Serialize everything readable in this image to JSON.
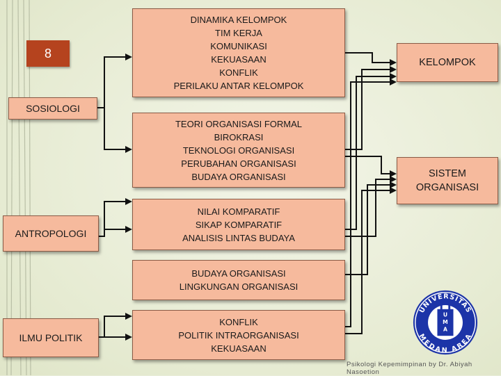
{
  "slide": {
    "page_number": "8",
    "footer": "Psikologi Kepemimpinan by Dr. Abiyah  Nasoetion"
  },
  "sources": {
    "sosiologi": "SOSIOLOGI",
    "antropologi": "ANTROPOLOGI",
    "ilmu_politik": "ILMU POLITIK"
  },
  "topics": [
    [
      "DINAMIKA KELOMPOK",
      "TIM KERJA",
      "KOMUNIKASI",
      "KEKUASAAN",
      "KONFLIK",
      "PERILAKU ANTAR KELOMPOK"
    ],
    [
      "TEORI ORGANISASI FORMAL",
      "BIROKRASI",
      "TEKNOLOGI ORGANISASI",
      "PERUBAHAN ORGANISASI",
      "BUDAYA ORGANISASI"
    ],
    [
      "NILAI KOMPARATIF",
      "SIKAP KOMPARATIF",
      "ANALISIS LINTAS BUDAYA"
    ],
    [
      "BUDAYA ORGANISASI",
      "LINGKUNGAN ORGANISASI"
    ],
    [
      "KONFLIK",
      "POLITIK INTRAORGANISASI",
      "KEKUASAAN"
    ]
  ],
  "targets": {
    "kelompok": "KELOMPOK",
    "sistem_organisasi": [
      "SISTEM",
      "ORGANISASI"
    ]
  },
  "logo": {
    "top_text": "UNIVERSITAS",
    "bottom_text": "MEDAN AREA",
    "center_text": [
      "U",
      "M",
      "A"
    ],
    "color": "#1c34a8"
  }
}
